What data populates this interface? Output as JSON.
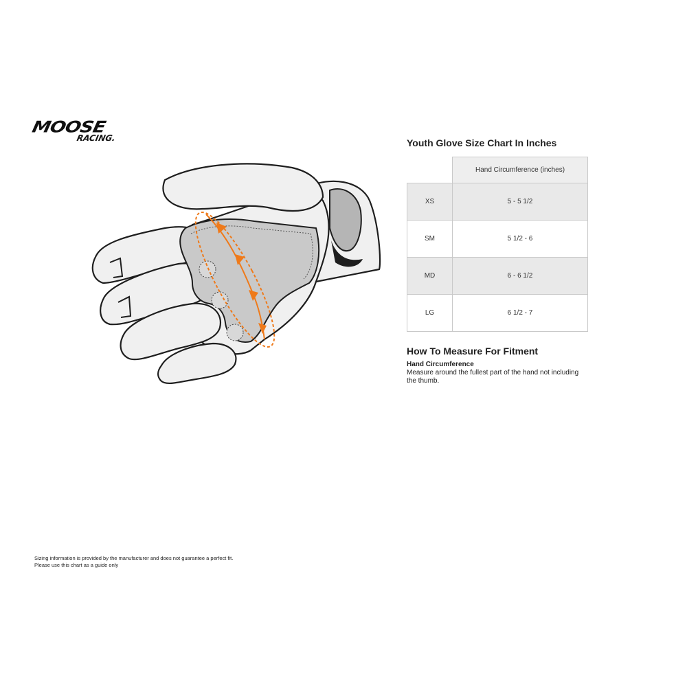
{
  "logo": {
    "brand": "MOOSE",
    "sub": "RACING."
  },
  "illustration": {
    "icon": "glove-palm-illustration",
    "colors": {
      "outline": "#1e1e1e",
      "glove_fill": "#f0f0f0",
      "palm_fill": "#c9c9c9",
      "measure_accent": "#ef7a1a"
    }
  },
  "size_chart": {
    "title": "Youth Glove Size Chart In Inches",
    "column_header": "Hand Circumference (inches)",
    "rows": [
      {
        "size": "XS",
        "value": "5 - 5 1/2"
      },
      {
        "size": "SM",
        "value": "5 1/2 - 6"
      },
      {
        "size": "MD",
        "value": "6 - 6 1/2"
      },
      {
        "size": "LG",
        "value": "6 1/2 - 7"
      }
    ]
  },
  "fitment": {
    "title": "How To Measure For Fitment",
    "subtitle": "Hand Circumference",
    "description": "Measure around the fullest part of the hand not including the thumb."
  },
  "disclaimer": {
    "line1": "Sizing information is provided by the manufacturer and does not guarantee a perfect fit.",
    "line2": "Please use this chart as a guide only"
  }
}
